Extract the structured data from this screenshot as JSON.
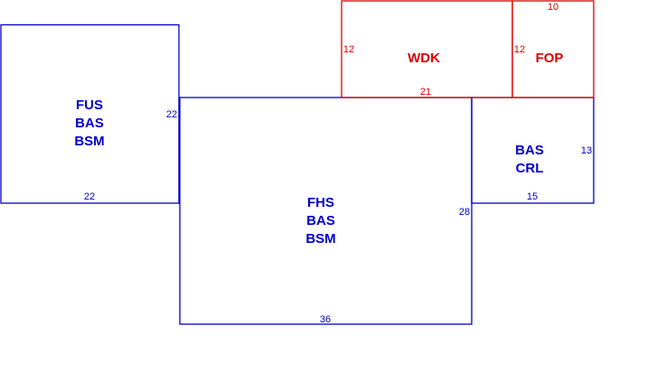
{
  "colors": {
    "blue": "#0000cc",
    "red": "#dd0000",
    "background": "#ffffff"
  },
  "areas": [
    {
      "id": "fus-bas-bsm",
      "lines": [
        "FUS",
        "BAS",
        "BSM"
      ],
      "color": "blue",
      "dimensions": [
        "22",
        "22"
      ]
    },
    {
      "id": "fhs-bas-bsm",
      "lines": [
        "FHS",
        "BAS",
        "BSM"
      ],
      "color": "blue",
      "dimensions": [
        "28",
        "36"
      ]
    },
    {
      "id": "wdk",
      "lines": [
        "WDK"
      ],
      "color": "red",
      "dimensions": [
        "12",
        "21"
      ]
    },
    {
      "id": "fop",
      "lines": [
        "FOP"
      ],
      "color": "red",
      "dimensions": [
        "12",
        "10"
      ]
    },
    {
      "id": "bas-crl",
      "lines": [
        "BAS",
        "CRL"
      ],
      "color": "blue",
      "dimensions": [
        "13",
        "15"
      ]
    }
  ]
}
